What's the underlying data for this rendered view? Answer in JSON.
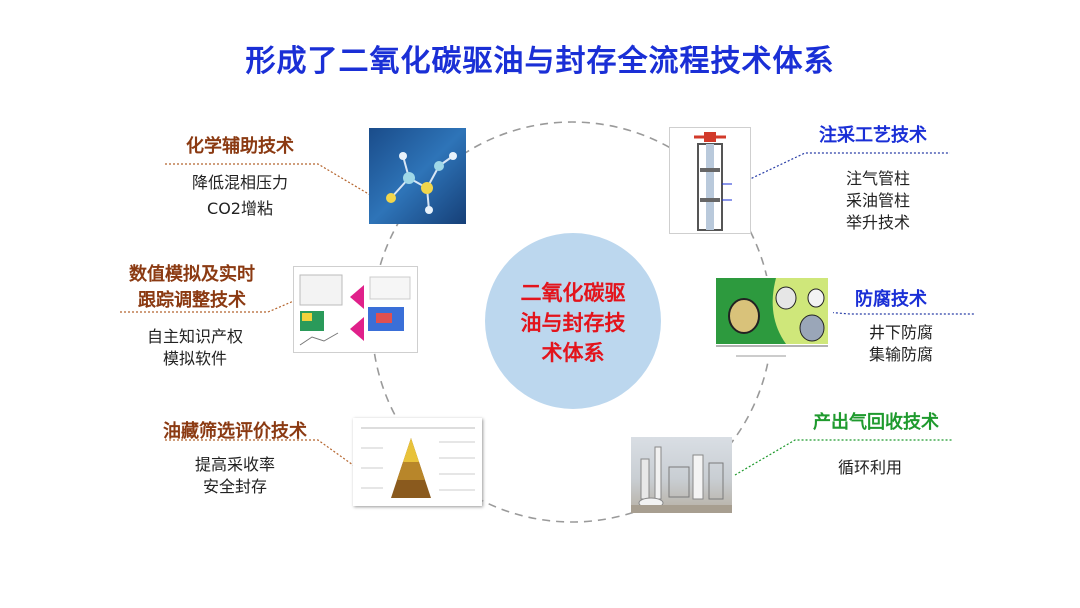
{
  "title": "形成了二氧化碳驱油与封存全流程技术体系",
  "center": {
    "lines": [
      "二氧化碳驱",
      "油与封存技",
      "术体系"
    ],
    "color": "#e3141c",
    "fill": "#bcd7ee"
  },
  "nodes": {
    "chem": {
      "heading": "化学辅助技术",
      "items": [
        "降低混相压力",
        "CO2增粘"
      ],
      "color": "#8b3a12"
    },
    "sim": {
      "heading_lines": [
        "数值模拟及实时",
        "跟踪调整技术"
      ],
      "items": [
        "自主知识产权",
        "模拟软件"
      ],
      "color": "#8b3a12"
    },
    "reservoir": {
      "heading": "油藏筛选评价技术",
      "items": [
        "提高采收率",
        "安全封存"
      ],
      "color": "#8b3a12"
    },
    "injection": {
      "heading": "注采工艺技术",
      "items": [
        "注气管柱",
        "采油管柱",
        "举升技术"
      ],
      "color": "#1a2fd6"
    },
    "corrosion": {
      "heading": "防腐技术",
      "items": [
        "井下防腐",
        "集输防腐"
      ],
      "color": "#1a2fd6"
    },
    "recovery": {
      "heading": "产出气回收技术",
      "items": [
        "循环利用"
      ],
      "color": "#1f9a2e"
    }
  },
  "colors": {
    "title": "#1a2fd6",
    "brown": "#8b3a12",
    "blue": "#1a2fd6",
    "green": "#1f9a2e"
  }
}
